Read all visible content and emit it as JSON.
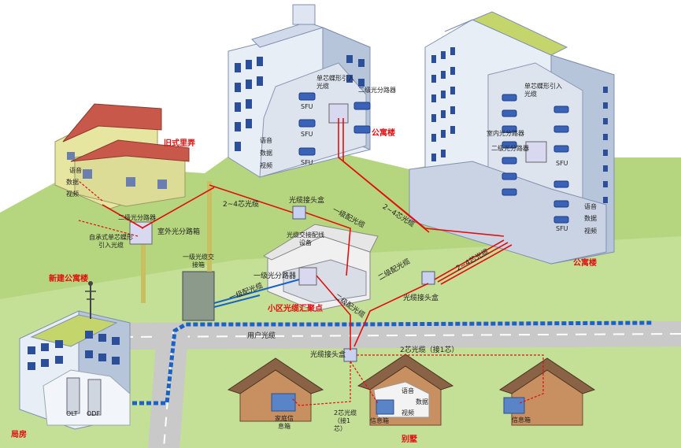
{
  "locations": {
    "old_lane": "旧式里弄",
    "apartment_top": "公寓楼",
    "apartment_right": "公寓楼",
    "new_apartment": "新建公寓楼",
    "aggregation_point": "小区光缆汇聚点",
    "central_office": "局房",
    "villa": "别墅"
  },
  "devices": {
    "sfu": "SFU",
    "olt": "OLT",
    "odf": "ODF",
    "splice_box": "光缆接头盒",
    "l1_cross_box": "一级光缆交接箱",
    "l1_splitter": "一级光分路器",
    "l2_splitter": "二级光分路器",
    "outdoor_splitter_box": "室外光分路箱",
    "indoor_splitter": "室内光分路器",
    "cable_cross_room": "光缆交接配线设备",
    "home_box": "家庭信息箱",
    "info_box": "信息箱"
  },
  "services": {
    "voice": "语音",
    "data": "数据",
    "video": "视频"
  },
  "cables": {
    "two_four_core": "2~4芯光缆",
    "two_four_core_b": "2~4芯光缆",
    "two_four_core_c": "2~4芯光缆",
    "l1_distribution": "一级配光缆",
    "l2_distribution": "二级配光缆",
    "l2_distribution_b": "二级配光缆",
    "user_cable": "用户光缆",
    "two_core_connect_one": "2芯光缆（接1芯）",
    "two_core_connect_one_b": "2芯光缆（接1芯）",
    "self_bearing": "自承式单芯蝶形引入光缆",
    "single_core_butterfly": "单芯蝶形引入光缆"
  },
  "colors": {
    "sky": "#ffffff",
    "ground": "#b5d67e",
    "ground_light": "#cfe4a6",
    "road": "#c9c9c9",
    "road_line": "#ffffff",
    "building_wall": "#e8eef6",
    "building_shadow": "#b7c5db",
    "window": "#2c4f9a",
    "roof_red": "#c8584a",
    "house_wall": "#e6e6a0",
    "villa_wall": "#c89060",
    "villa_roof": "#8a6246",
    "fiber_red": "#e01010",
    "fiber_blue": "#1a62c4",
    "label_red": "#e01010"
  }
}
